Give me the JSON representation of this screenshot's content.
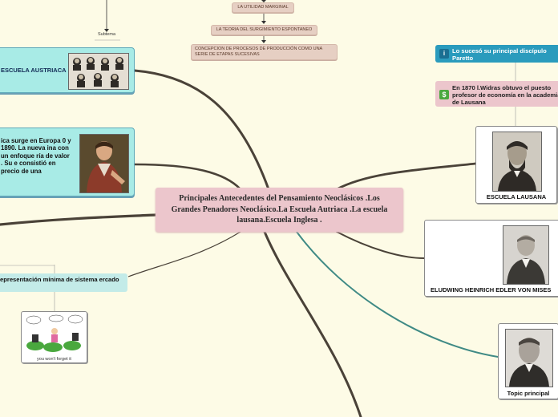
{
  "central_topic": {
    "text": "Principales Antecedentes del Pensamiento Neoclásicos .Los Grandes  Penadores Neoclásico.La Escuela Autriaca .La escuela lausana.Escuela Inglesa ."
  },
  "top_chain": [
    {
      "text": "LA UTILIDAD MARGINAL"
    },
    {
      "text": "LA TEORIA DEL SURGIMIENTO ESPONTANEO"
    },
    {
      "text": "CONCEPCION DE PROCESOS DE PRODUCCIÓN COMO UNA SERIE DE ETAPAS SUCESIVAS"
    }
  ],
  "subtopic_label": "Subtema",
  "left_nodes": {
    "escuela_austriaca": {
      "label": "ESCUELA AUSTRIACA"
    },
    "description": {
      "text": "ica surge en Europa 0 y 1890. La nueva ina con un enfoque ría de valor . Su e consistió en precio de una"
    },
    "representation": {
      "text": "epresentación  mínima  de sistema ercado"
    },
    "cartoon": {
      "caption": "you won't forget it"
    }
  },
  "right_nodes": {
    "pareto": {
      "text": "Lo sucesó su principal discípulo Paretto",
      "icon": "info-icon"
    },
    "walras": {
      "text": "En 1870 l.Widras obtuvo el puesto profesor de economía  en la academia de Lausana",
      "icon": "money-icon"
    },
    "lausana_card": {
      "label": "ESCUELA LAUSANA"
    },
    "bohm_card": {
      "label": "ELUDWING HEINRICH EDLER VON MISES"
    },
    "topic_card": {
      "label": "Topic principal"
    }
  },
  "colors": {
    "background": "#fdfbe6",
    "branch": "#4a4238",
    "teal": "#a8ebe6",
    "pink": "#ecc6cc",
    "right_blue": "#1f8fb0"
  }
}
